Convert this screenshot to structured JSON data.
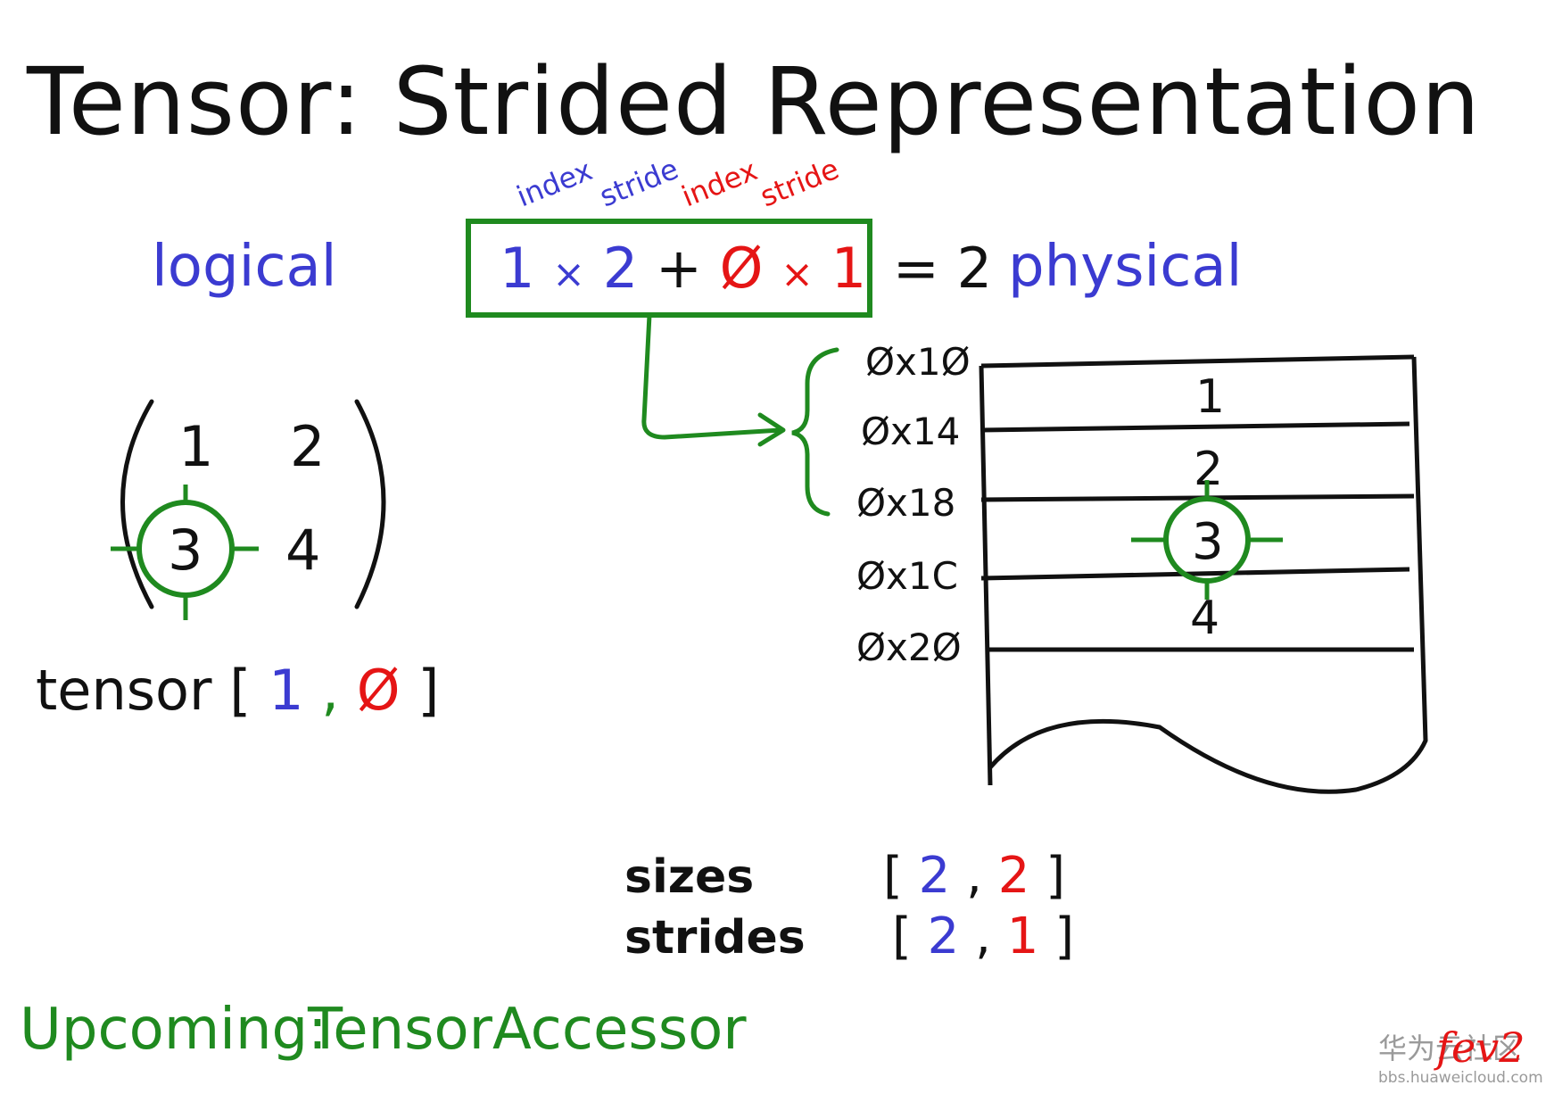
{
  "title": "Tensor: Strided Representation",
  "labels": {
    "logical": "logical",
    "physical": "physical"
  },
  "equation": {
    "annotations": [
      "index",
      "stride",
      "index",
      "stride"
    ],
    "term1_index": "1",
    "term1_op": "×",
    "term1_stride": "2",
    "plus": "+",
    "term2_index": "Ø",
    "term2_op": "×",
    "term2_stride": "1",
    "equals": "=",
    "result": "2"
  },
  "matrix": {
    "cells": [
      "1",
      "2",
      "3",
      "4"
    ],
    "highlighted": "3"
  },
  "indexing": {
    "prefix": "tensor",
    "open": "[",
    "i": "1",
    "comma": ",",
    "j": "Ø",
    "close": "]"
  },
  "memory": {
    "addresses": [
      "Øx1Ø",
      "Øx14",
      "Øx18",
      "Øx1C",
      "Øx2Ø"
    ],
    "values": [
      "1",
      "2",
      "3",
      "4"
    ],
    "highlighted": "3"
  },
  "metadata": {
    "sizes_label": "sizes",
    "sizes": [
      "2",
      "2"
    ],
    "strides_label": "strides",
    "strides": [
      "2",
      "1"
    ]
  },
  "footer": {
    "upcoming": "Upcoming:",
    "next": "TensorAccessor"
  },
  "watermark": {
    "cn": "华为云社区",
    "url": "bbs.huaweicloud.com",
    "signature": "fev2"
  },
  "colors": {
    "ink": "#111111",
    "blue": "#3b3bd1",
    "red": "#e51515",
    "green": "#1f8a1f",
    "watermark": "#9a9a9a"
  }
}
